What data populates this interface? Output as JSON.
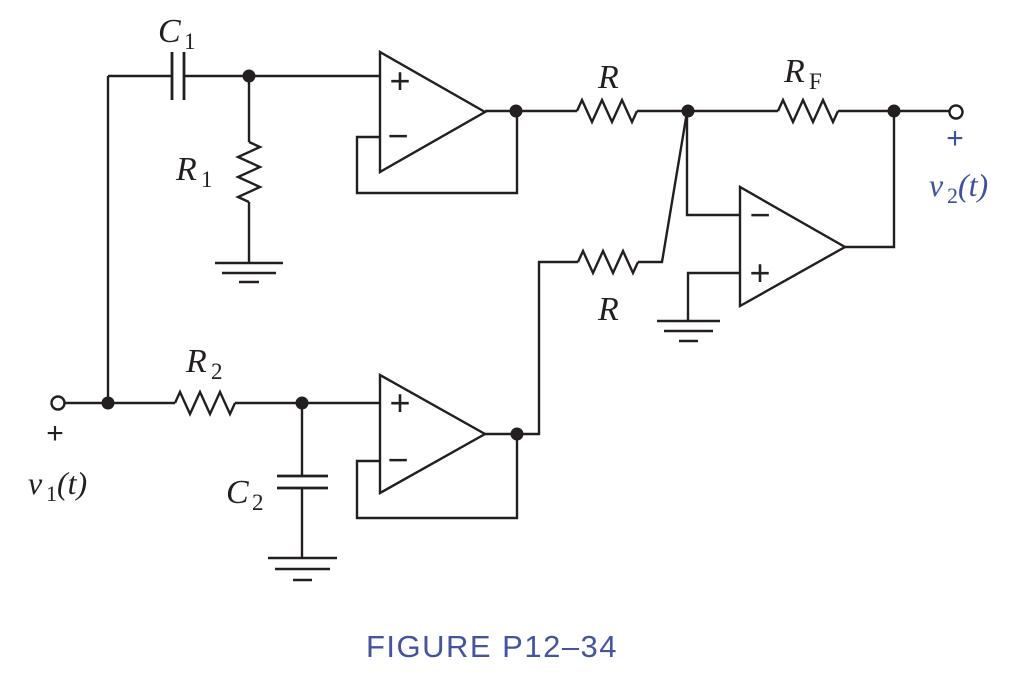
{
  "figure": {
    "caption": "FIGURE P12–34"
  },
  "colors": {
    "line": "#231f20",
    "accent_blue": "#3e509e",
    "caption_blue": "#44549e"
  },
  "labels": {
    "c1": {
      "main": "C",
      "sub": "1"
    },
    "r1": {
      "main": "R",
      "sub": "1"
    },
    "r2": {
      "main": "R",
      "sub": "2"
    },
    "c2": {
      "main": "C",
      "sub": "2"
    },
    "r_top": {
      "main": "R"
    },
    "r_mid": {
      "main": "R"
    },
    "rf": {
      "main": "R",
      "sub": "F"
    }
  },
  "terminals": {
    "input": {
      "plus": "+",
      "v": "v",
      "sub": "1",
      "t": "(t)"
    },
    "output": {
      "plus": "+",
      "v": "v",
      "sub": "2",
      "t": "(t)"
    }
  },
  "opamp_marks": {
    "plus": "+",
    "minus": "−"
  }
}
